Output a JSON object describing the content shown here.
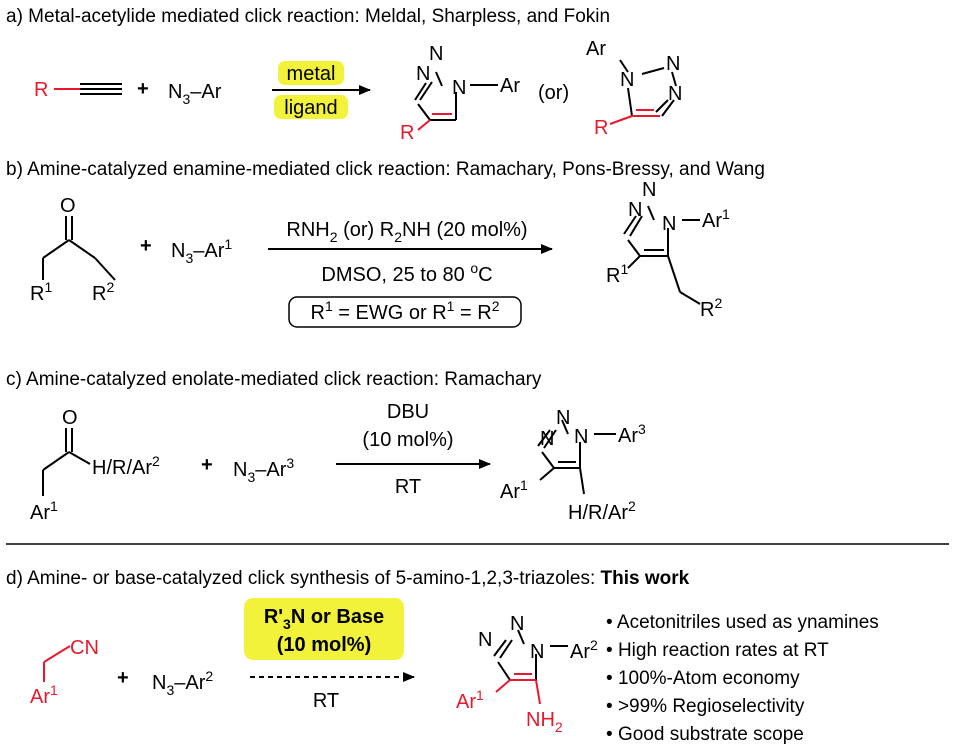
{
  "colors": {
    "red": "#e8192c",
    "highlight": "#f2f23a"
  },
  "a": {
    "header": "a) Metal-acetylide mediated click reaction: Meldal, Sharpless, and Fokin",
    "R": "R",
    "plus": "+",
    "N3": "N",
    "sub3": "3",
    "dashAr": "–Ar",
    "cond_top": "metal",
    "cond_bottom": "ligand",
    "or": "(or)",
    "N": "N",
    "Ar": "Ar"
  },
  "b": {
    "header": "b) Amine-catalyzed enamine-mediated click reaction: Ramachary, Pons-Bressy, and Wang",
    "O": "O",
    "R": "R",
    "sup1": "1",
    "sup2": "2",
    "plus": "+",
    "N3": "N",
    "sub3": "3",
    "dashAr": "–Ar",
    "sub2": "2",
    "cond_top_a": "RNH",
    "cond_top_b": " (or) R",
    "cond_top_c": "NH (20 mol%)",
    "cond_mid_a": "DMSO, 25 to 80 ",
    "cond_mid_o": "o",
    "cond_mid_c": "C",
    "cond_box_a": "R",
    "cond_box_b": " = EWG or R",
    "cond_box_c": " = R",
    "N": "N",
    "Ar": "Ar"
  },
  "c": {
    "header": "c) Amine-catalyzed enolate-mediated click reaction: Ramachary",
    "O": "O",
    "HRAr": "H/R/Ar",
    "sup1": "1",
    "sup2": "2",
    "sup3": "3",
    "Ar": "Ar",
    "plus": "+",
    "N3": "N",
    "sub3": "3",
    "dashAr": "–Ar",
    "cond_top1": "DBU",
    "cond_top2": "(10 mol%)",
    "cond_bottom": "RT",
    "N": "N"
  },
  "d": {
    "header_a": "d) Amine- or base-catalyzed click synthesis of 5-amino-1,2,3-triazoles: ",
    "header_b": "This work",
    "CN": "CN",
    "Ar": "Ar",
    "sup1": "1",
    "sup2": "2",
    "plus": "+",
    "N3": "N",
    "sub3": "3",
    "dashAr": "–Ar",
    "cond_top1_a": "R'",
    "cond_top1_sub": "3",
    "cond_top1_b": "N or Base",
    "cond_top2": "(10 mol%)",
    "cond_bottom": "RT",
    "N": "N",
    "NH": "NH",
    "sub2": "2",
    "bullets": [
      "Acetonitriles used as ynamines",
      "High reaction rates at RT",
      "100%-Atom economy",
      ">99% Regioselectivity",
      "Good substrate scope"
    ]
  }
}
